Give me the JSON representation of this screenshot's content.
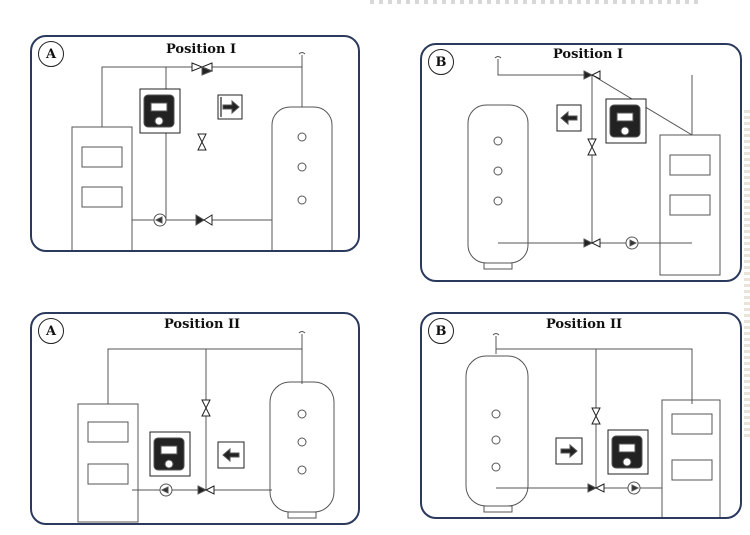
{
  "panels": [
    {
      "id": "a1",
      "badge": "A",
      "title": "Position I"
    },
    {
      "id": "b1",
      "badge": "B",
      "title": "Position I"
    },
    {
      "id": "a2",
      "badge": "A",
      "title": "Position II"
    },
    {
      "id": "b2",
      "badge": "B",
      "title": "Position II"
    }
  ],
  "colors": {
    "frame": "#2b3a5c",
    "line": "#555555",
    "ink": "#111111"
  }
}
